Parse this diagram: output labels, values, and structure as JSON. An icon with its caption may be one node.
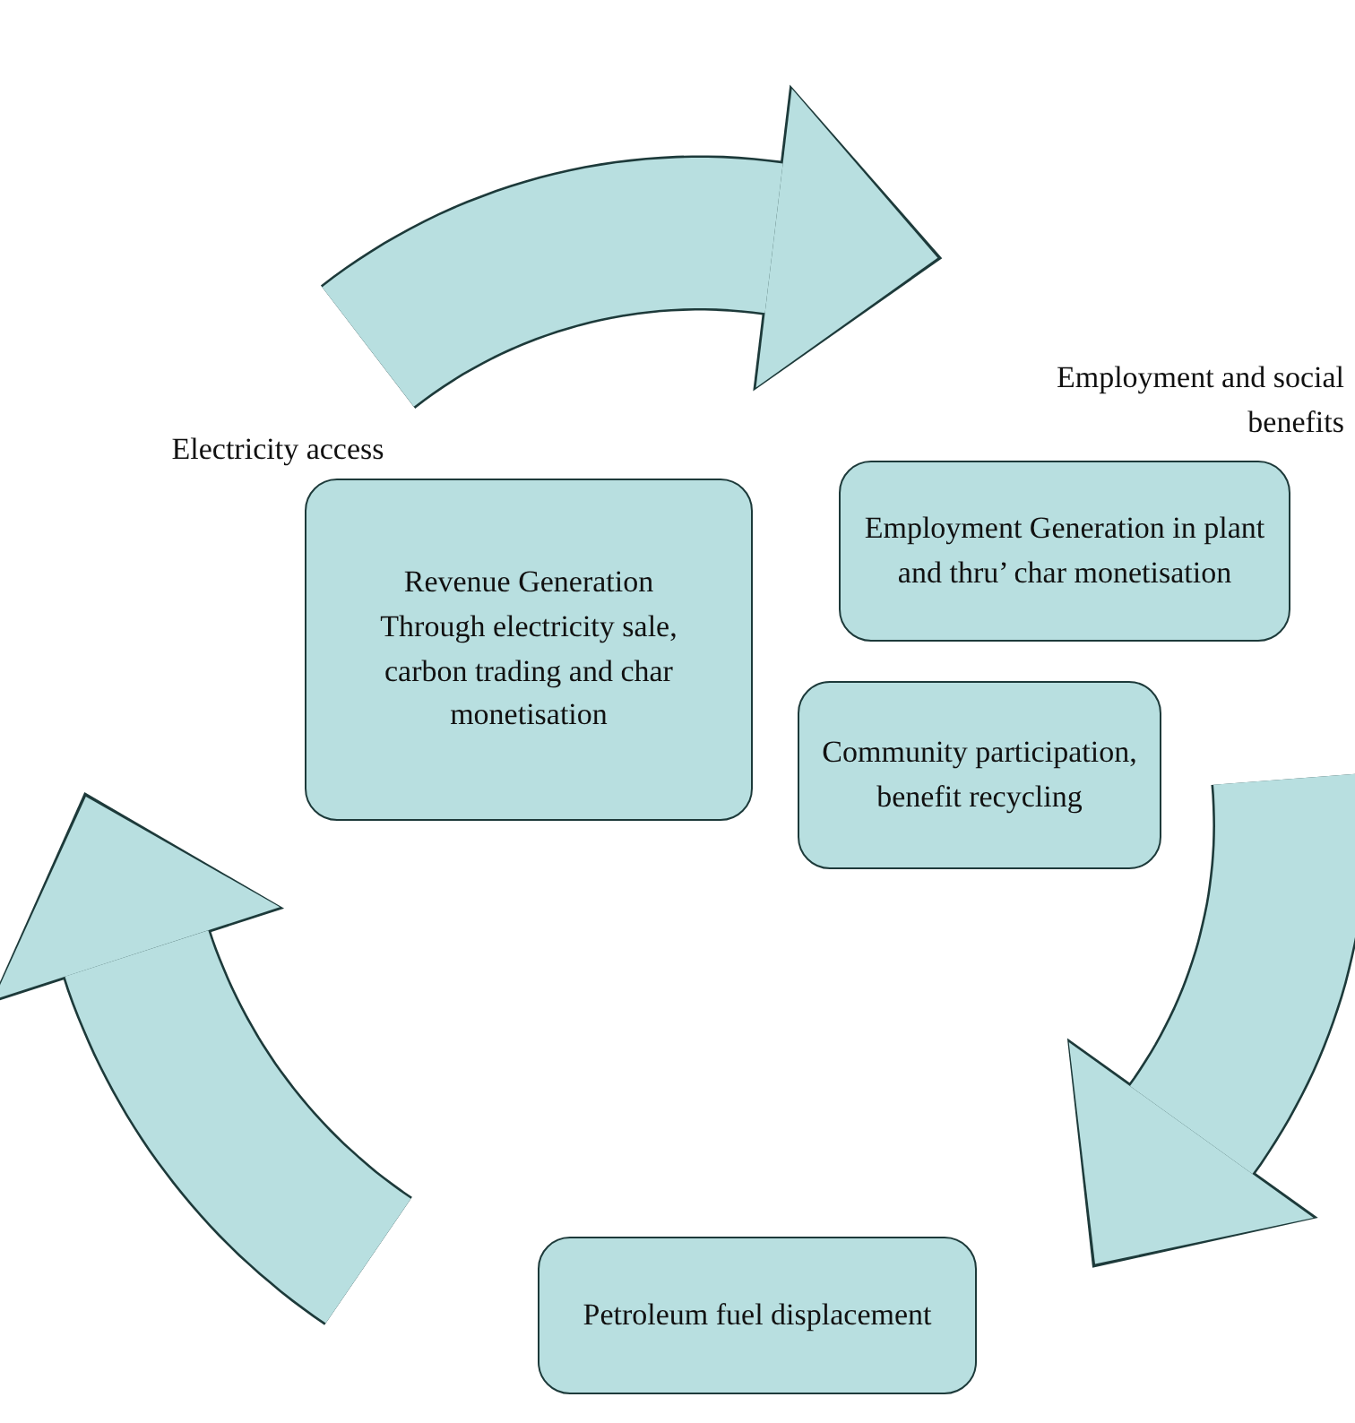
{
  "diagram": {
    "nodes": [
      {
        "text": [
          "Electricity access"
        ]
      },
      {
        "text": [
          "Employment and social benefits"
        ]
      },
      {
        "text": [
          "Revenue Generation Through electricity sale, carbon trading and char monetisation"
        ]
      },
      {
        "text": [
          "Employment Generation in plant and thru’ char monetisation"
        ]
      },
      {
        "text": [
          "Community participation, benefit recycling"
        ]
      },
      {
        "text": [
          "Petroleum fuel displacement"
        ]
      }
    ]
  }
}
